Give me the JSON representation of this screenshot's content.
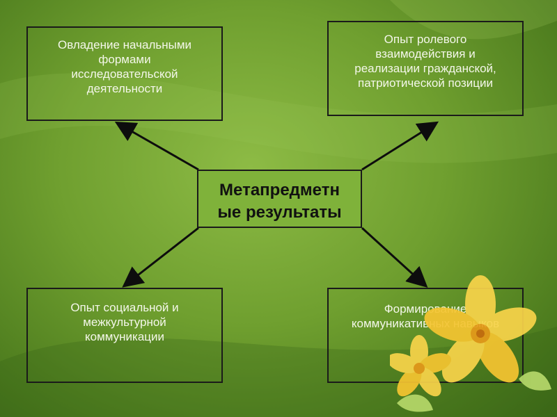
{
  "center": {
    "text": "Метапредметн\nые результаты"
  },
  "boxes": {
    "top_left": "Овладение начальными\nформами\nисследовательской\nдеятельности",
    "top_right": "Опыт ролевого\nвзаимодействия и\nреализации гражданской,\nпатриотической позиции",
    "bottom_left": "Опыт социальной и\nмежкультурной\nкоммуникации",
    "bottom_right": "Формирование\nкоммуникативных навыков"
  },
  "colors": {
    "background": "#6f9f2f",
    "border": "#1a1a1a",
    "box_text": "#f4f7ea",
    "center_fill": "#7fb23a",
    "flower": "#f7c83a"
  },
  "decorations": [
    "flower-decoration"
  ]
}
